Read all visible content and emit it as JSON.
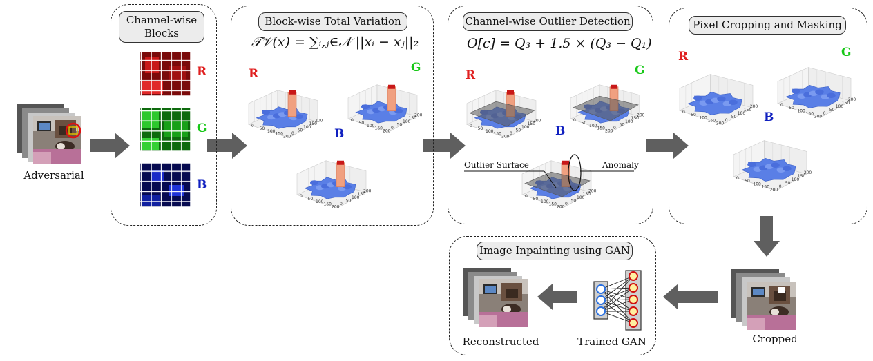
{
  "inputs": {
    "adversarial_label": "Adversarial"
  },
  "panels": {
    "channel_blocks": {
      "title": "Channel-wise Blocks"
    },
    "total_variation": {
      "title": "Block-wise Total Variation",
      "formula": "𝒯𝒱(x) = ∑ᵢ,ⱼ∈𝒩 ||xᵢ − xⱼ||₂"
    },
    "outlier_detection": {
      "title": "Channel-wise Outlier Detection",
      "formula": "O[c] = Q₃ + 1.5 × (Q₃ − Q₁)",
      "outlier_surface_label": "Outlier Surface",
      "anomaly_label": "Anomaly"
    },
    "cropping_masking": {
      "title": "Pixel Cropping and Masking"
    },
    "inpainting": {
      "title": "Image Inpainting using GAN",
      "reconstructed_label": "Reconstructed",
      "trained_gan_label": "Trained GAN"
    }
  },
  "cropped_label": "Cropped",
  "channel_labels": {
    "r": "R",
    "g": "G",
    "b": "B"
  },
  "axis_ticks": {
    "x": [
      "0",
      "50",
      "100",
      "150",
      "200"
    ],
    "y": [
      "0",
      "50",
      "100",
      "150",
      "200"
    ]
  },
  "colors": {
    "red": "#e02020",
    "green": "#18c818",
    "blue": "#1020c0",
    "arrow": "#5f5f5f",
    "surface": "#5a7fe6",
    "peak": "#f0a080"
  }
}
